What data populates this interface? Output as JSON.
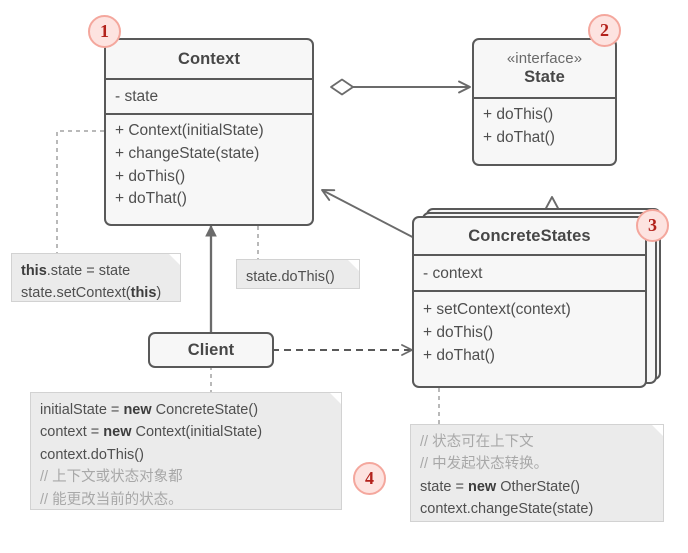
{
  "diagram": {
    "title": "State design pattern UML class diagram",
    "colors": {
      "class_fill": "#f7f7f7",
      "class_stroke": "#595959",
      "note_fill": "#ebebeb",
      "note_stroke": "#d2d2d2",
      "badge_fill": "#fde3e0",
      "badge_stroke": "#f4a79d",
      "badge_text": "#b3221c",
      "line": "#6b6b6b",
      "comment_text": "#a8a8a8"
    }
  },
  "classes": {
    "context": {
      "name": "Context",
      "attributes": [
        "- state"
      ],
      "methods": [
        "+ Context(initialState)",
        "+ changeState(state)",
        "+ doThis()",
        "+ doThat()"
      ]
    },
    "state": {
      "stereotype": "«interface»",
      "name": "State",
      "methods": [
        "+ doThis()",
        "+ doThat()"
      ]
    },
    "concrete_states": {
      "name": "ConcreteStates",
      "attributes": [
        "- context"
      ],
      "methods": [
        "+ setContext(context)",
        "+ doThis()",
        "+ doThat()"
      ]
    },
    "client": {
      "name": "Client"
    }
  },
  "notes": {
    "context_constructor": {
      "lines": [
        [
          {
            "t": "this",
            "b": true
          },
          {
            "t": ".state = state",
            "b": false
          }
        ],
        [
          {
            "t": "state.setContext(",
            "b": false
          },
          {
            "t": "this",
            "b": true
          },
          {
            "t": ")",
            "b": false
          }
        ]
      ]
    },
    "do_this_delegate": {
      "lines": [
        [
          {
            "t": "state.doThis()",
            "b": false
          }
        ]
      ]
    },
    "client_usage": {
      "lines": [
        [
          {
            "t": "initialState = ",
            "b": false
          },
          {
            "t": "new",
            "b": true
          },
          {
            "t": " ConcreteState()",
            "b": false
          }
        ],
        [
          {
            "t": "context = ",
            "b": false
          },
          {
            "t": "new",
            "b": true
          },
          {
            "t": " Context(initialState)",
            "b": false
          }
        ],
        [
          {
            "t": "context.doThis()",
            "b": false
          }
        ],
        [
          {
            "t": "// 上下文或状态对象都",
            "c": true
          }
        ],
        [
          {
            "t": "// 能更改当前的状态。",
            "c": true
          }
        ]
      ]
    },
    "state_transition": {
      "lines": [
        [
          {
            "t": "// 状态可在上下文",
            "c": true
          }
        ],
        [
          {
            "t": "// 中发起状态转换。",
            "c": true
          }
        ],
        [
          {
            "t": "state = ",
            "b": false
          },
          {
            "t": "new",
            "b": true
          },
          {
            "t": " OtherState()",
            "b": false
          }
        ],
        [
          {
            "t": "context.changeState(state)",
            "b": false
          }
        ]
      ]
    }
  },
  "badges": [
    {
      "label": "1"
    },
    {
      "label": "2"
    },
    {
      "label": "3"
    },
    {
      "label": "4"
    }
  ],
  "relationships": [
    {
      "from": "Context",
      "to": "State",
      "type": "aggregation-directed"
    },
    {
      "from": "ConcreteStates",
      "to": "State",
      "type": "realization"
    },
    {
      "from": "ConcreteStates",
      "to": "Context",
      "type": "association-directed"
    },
    {
      "from": "Client",
      "to": "Context",
      "type": "association-directed"
    },
    {
      "from": "Client",
      "to": "ConcreteStates",
      "type": "dependency"
    }
  ]
}
